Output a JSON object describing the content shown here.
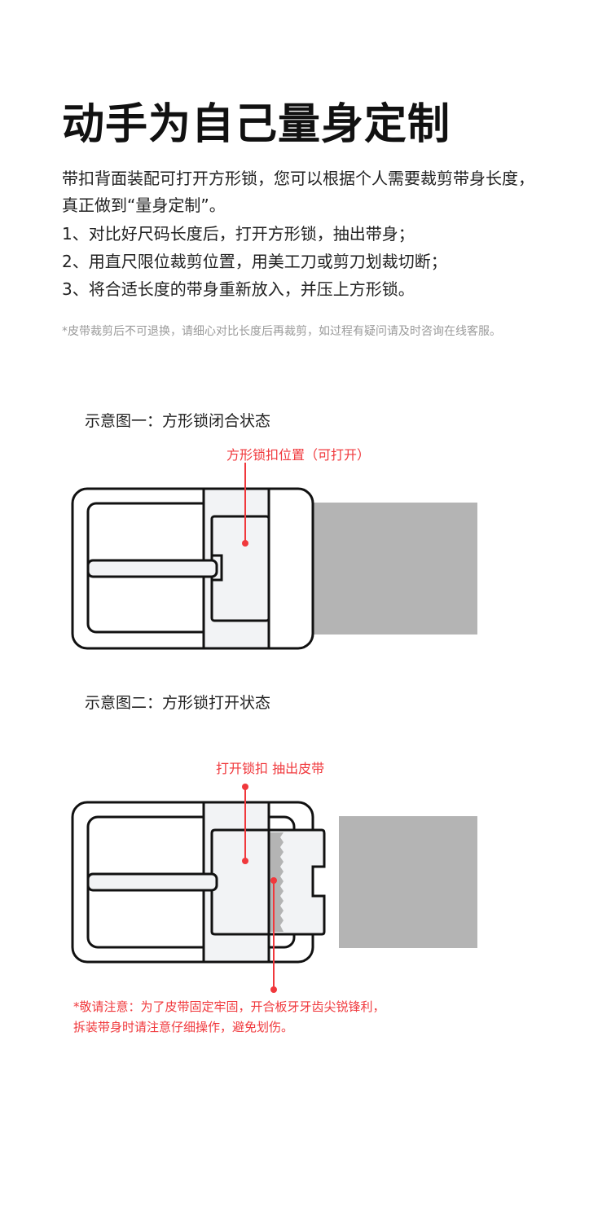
{
  "title": "动手为自己量身定制",
  "intro": {
    "line1": "带扣背面装配可打开方形锁，您可以根据个人需要裁剪带身长度，",
    "line2": "真正做到“量身定制”。",
    "steps": [
      "1、对比好尺码长度后，打开方形锁，抽出带身；",
      "2、用直尺限位裁剪位置，用美工刀或剪刀划裁切断；",
      "3、将合适长度的带身重新放入，并压上方形锁。"
    ]
  },
  "note": "*皮带裁剪后不可退换，请细心对比长度后再裁剪，如过程有疑问请及时咨询在线客服。",
  "diagram1": {
    "caption": "示意图一：方形锁闭合状态",
    "label": "方形锁扣位置（可打开）"
  },
  "diagram2": {
    "caption": "示意图二：方形锁打开状态",
    "label": "打开锁扣 抽出皮带",
    "warning_line1": "*敬请注意：为了皮带固定牢固，开合板牙牙齿尖锐锋利，",
    "warning_line2": "拆装带身时请注意仔细操作，避免划伤。"
  },
  "colors": {
    "accent": "#f0383c",
    "belt": "#b4b4b4",
    "plate": "#f2f3f5"
  }
}
